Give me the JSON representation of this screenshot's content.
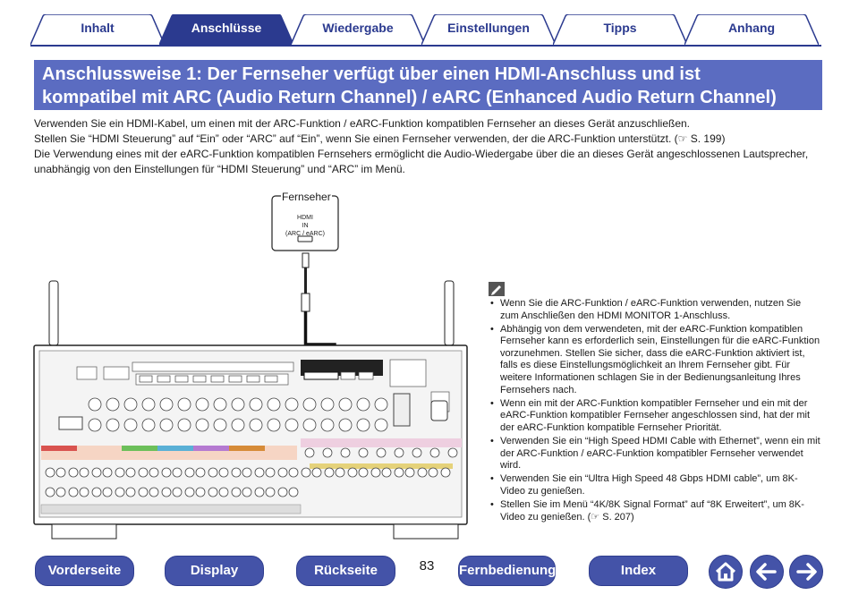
{
  "tabs": [
    {
      "label": "Inhalt",
      "active": false
    },
    {
      "label": "Anschlüsse",
      "active": true
    },
    {
      "label": "Wiedergabe",
      "active": false
    },
    {
      "label": "Einstellungen",
      "active": false
    },
    {
      "label": "Tipps",
      "active": false
    },
    {
      "label": "Anhang",
      "active": false
    }
  ],
  "title": {
    "line1": "Anschlussweise 1: Der Fernseher verfügt über einen HDMI-Anschluss und ist",
    "line2": "kompatibel mit ARC (Audio Return Channel) / eARC (Enhanced Audio Return Channel)"
  },
  "intro": {
    "p1": "Verwenden Sie ein HDMI-Kabel, um einen mit der ARC-Funktion / eARC-Funktion kompatiblen Fernseher an dieses Gerät anzuschließen.",
    "p2": "Stellen Sie “HDMI Steuerung” auf “Ein” oder “ARC” auf “Ein”, wenn Sie einen Fernseher verwenden, der die ARC-Funktion unterstützt.  (☞ S. 199)",
    "p3": "Die Verwendung eines mit der eARC-Funktion kompatiblen Fernsehers ermöglicht die Audio-Wiedergabe über die an dieses Gerät angeschlossenen Lautsprecher, unabhängig von den Einstellungen für “HDMI Steuerung” und “ARC” im Menü."
  },
  "diagram": {
    "tv_label": "Fernseher",
    "tv_port_line1": "HDMI",
    "tv_port_line2": "IN",
    "tv_port_line3": "(ARC / eARC)"
  },
  "notes": [
    "Wenn Sie die ARC-Funktion / eARC-Funktion verwenden, nutzen Sie zum Anschließen den HDMI MONITOR 1-Anschluss.",
    "Abhängig von dem verwendeten, mit der eARC-Funktion kompatiblen Fernseher kann es erforderlich sein, Einstellungen für die eARC-Funktion vorzunehmen. Stellen Sie sicher, dass die eARC-Funktion aktiviert ist, falls es diese Einstellungsmöglichkeit an Ihrem Fernseher gibt. Für weitere Informationen schlagen Sie in der Bedienungsanleitung Ihres Fernsehers nach.",
    "Wenn ein mit der ARC-Funktion kompatibler Fernseher und ein mit der eARC-Funktion kompatibler Fernseher angeschlossen sind, hat der mit der eARC-Funktion kompatible Fernseher Priorität.",
    "Verwenden Sie ein “High Speed HDMI Cable with Ethernet”, wenn ein mit der ARC-Funktion / eARC-Funktion kompatibler Fernseher verwendet wird.",
    "Verwenden Sie ein “Ultra High Speed 48 Gbps HDMI cable”, um 8K-Video zu genießen.",
    "Stellen Sie im Menü “4K/8K Signal Format” auf “8K Erweitert”, um 8K-Video zu genießen.  (☞ S. 207)"
  ],
  "page_number": "83",
  "nav": {
    "front": "Vorderseite",
    "display": "Display",
    "rear": "Rückseite",
    "remote": "Fernbedienung",
    "index": "Index"
  },
  "icons": {
    "note": "pencil-note-icon",
    "home": "home-icon",
    "back": "arrow-left-icon",
    "forward": "arrow-right-icon"
  },
  "colors": {
    "accent": "#4453a8",
    "title_bar": "#5b6cc1",
    "tab_active": "#2b3a8f"
  }
}
